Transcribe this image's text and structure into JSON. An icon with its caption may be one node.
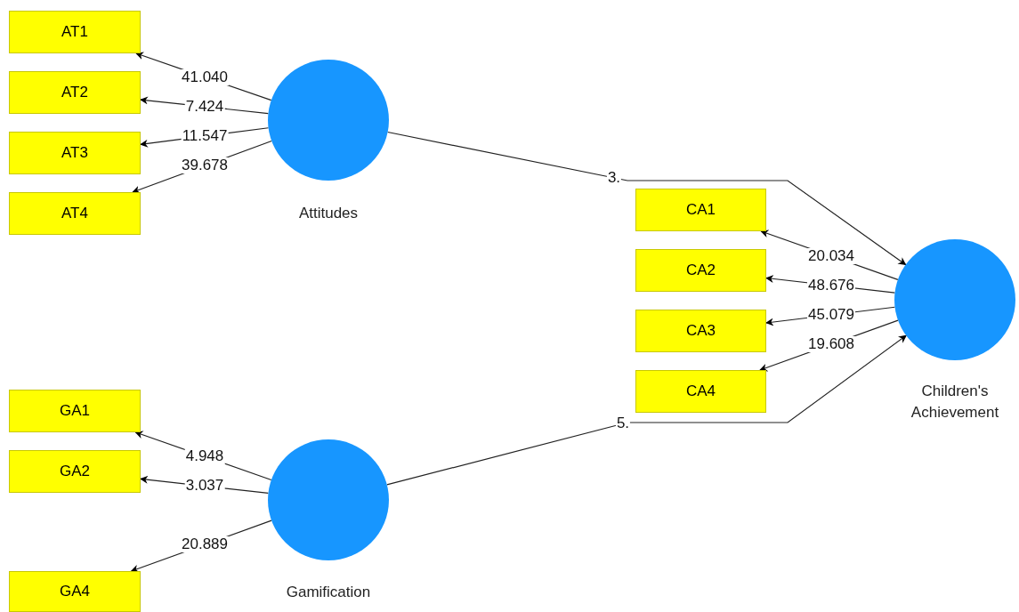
{
  "diagram": {
    "nodes": [
      {
        "text": [
          "AT1"
        ]
      },
      {
        "text": [
          "AT2"
        ]
      },
      {
        "text": [
          "AT3"
        ]
      },
      {
        "text": [
          "AT4"
        ]
      },
      {
        "text": [],
        "shape": "circle",
        "beside": [
          "Attitudes"
        ]
      },
      {
        "text": [
          "CA1"
        ]
      },
      {
        "text": [
          "CA2"
        ]
      },
      {
        "text": [
          "CA3"
        ]
      },
      {
        "text": [
          "CA4"
        ]
      },
      {
        "text": [],
        "shape": "circle",
        "beside": [
          "Children's Achievement"
        ]
      },
      {
        "text": [
          "GA1"
        ]
      },
      {
        "text": [
          "GA2"
        ]
      },
      {
        "text": [
          "GA4"
        ]
      },
      {
        "text": [],
        "shape": "circle",
        "beside": [
          "Gamification"
        ]
      }
    ],
    "edges": [
      {
        "from": 4,
        "to": 0,
        "arrow": "to",
        "label": "41.040"
      },
      {
        "from": 4,
        "to": 1,
        "arrow": "to",
        "label": "7.424"
      },
      {
        "from": 4,
        "to": 2,
        "arrow": "to",
        "label": "11.547"
      },
      {
        "from": 4,
        "to": 3,
        "arrow": "to",
        "label": "39.678"
      },
      {
        "from": 4,
        "to": 9,
        "arrow": "to",
        "label": "3."
      },
      {
        "from": 9,
        "to": 5,
        "arrow": "to",
        "label": "20.034"
      },
      {
        "from": 9,
        "to": 6,
        "arrow": "to",
        "label": "48.676"
      },
      {
        "from": 9,
        "to": 7,
        "arrow": "to",
        "label": "45.079"
      },
      {
        "from": 9,
        "to": 8,
        "arrow": "to",
        "label": "19.608"
      },
      {
        "from": 13,
        "to": 10,
        "arrow": "to",
        "label": "4.948"
      },
      {
        "from": 13,
        "to": 11,
        "arrow": "to",
        "label": "3.037"
      },
      {
        "from": 13,
        "to": 12,
        "arrow": "to",
        "label": "20.889"
      },
      {
        "from": 13,
        "to": 9,
        "arrow": "to",
        "label": "5."
      }
    ]
  }
}
